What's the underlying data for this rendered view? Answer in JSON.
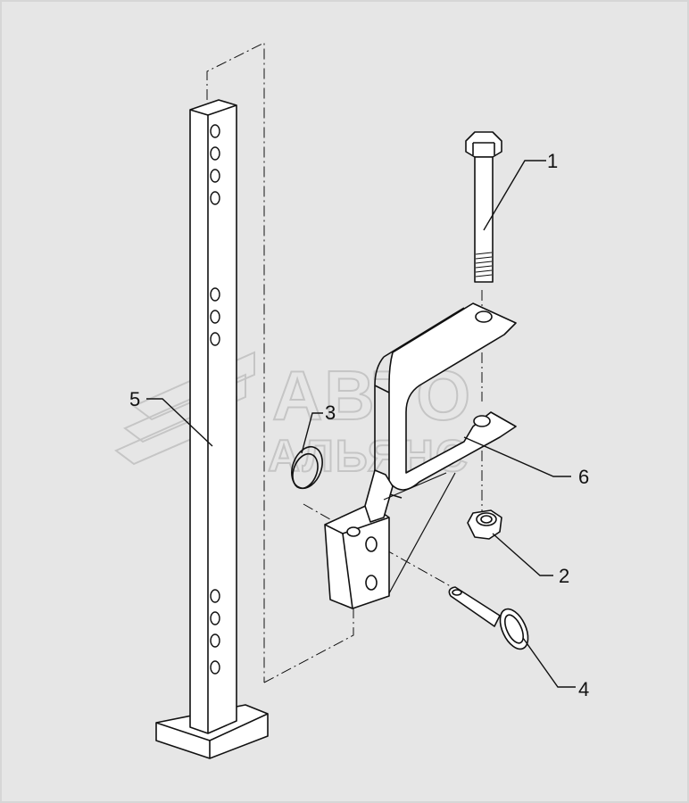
{
  "callouts": [
    {
      "id": "1",
      "label": "1"
    },
    {
      "id": "2",
      "label": "2"
    },
    {
      "id": "3",
      "label": "3"
    },
    {
      "id": "4",
      "label": "4"
    },
    {
      "id": "5",
      "label": "5"
    },
    {
      "id": "6",
      "label": "6"
    }
  ],
  "watermark": {
    "line1": "АВТО",
    "line2": "АЛЬЯНС"
  }
}
